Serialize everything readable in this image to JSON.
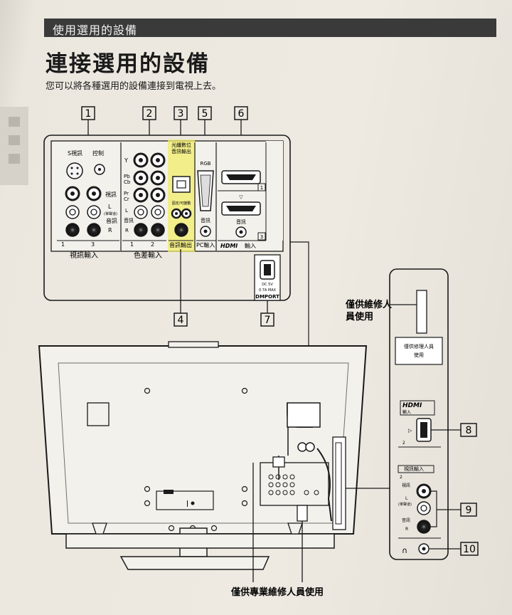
{
  "header": {
    "section_label": "使用選用的設備"
  },
  "title": "連接選用的設備",
  "intro": "您可以將各種選用的設備連接到電視上去。",
  "callouts": [
    "1",
    "2",
    "3",
    "5",
    "6",
    "4",
    "7",
    "8",
    "9",
    "10"
  ],
  "rear_panel": {
    "video_in": {
      "s_video": "S視訊",
      "video": "視訊",
      "left_mono": "L",
      "mono": "(單聲道)",
      "audio": "音訊",
      "right": "R",
      "num_1": "1",
      "num_3": "3",
      "group_label": "視訊輸入"
    },
    "control": "控制",
    "component_in": {
      "y": "Y",
      "pb": "Pb",
      "cb": "Cb",
      "pr": "Pr",
      "cr": "Cr",
      "left": "L",
      "audio": "音訊",
      "right": "R",
      "num_1": "1",
      "num_2": "2",
      "group_label": "色差輸入"
    },
    "optical_out": {
      "line1": "光纖數位",
      "line2": "音訊輸出"
    },
    "fixed_variable": "固定/可變動",
    "audio_out": "音訊輸出",
    "pc_in": {
      "rgb": "RGB",
      "audio": "音訊",
      "label": "PC輸入"
    },
    "hdmi_in": {
      "num_1": "1",
      "num_3": "3",
      "audio": "音訊",
      "label_logo": "HDMI",
      "label_suffix": "輸入"
    },
    "dmport": {
      "spec1": "DC 5V",
      "spec2": "0.7A MAX",
      "label": "DMPORT"
    }
  },
  "service_note_side": {
    "line1": "僅供維修人",
    "line2": "員使用"
  },
  "side_panel": {
    "service_box": {
      "line1": "僅供修理人員",
      "line2": "使用"
    },
    "hdmi_logo": "HDMI",
    "hdmi_in_label": "輸入",
    "hdmi_num": "2",
    "video_in_label": "視訊輸入",
    "video_in_num": "2",
    "video": "視訊",
    "left": "L",
    "mono": "(單聲道)",
    "audio": "音訊",
    "right": "R"
  },
  "service_note_bottom": "僅供專業維修人員使用"
}
